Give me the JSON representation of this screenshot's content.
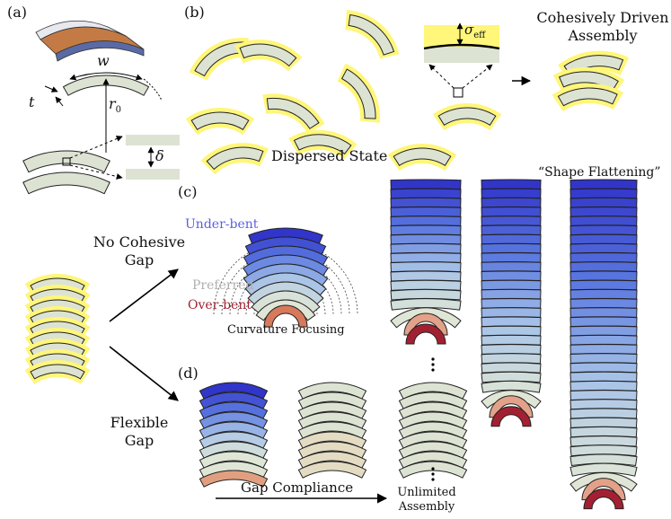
{
  "panels": {
    "a": "(a)",
    "b": "(b)",
    "c": "(c)",
    "d": "(d)"
  },
  "symbols": {
    "w": "w",
    "t": "t",
    "r0": "r",
    "r0_sub": "0",
    "delta": "δ",
    "sigma": "σ",
    "sigma_sub": "eff"
  },
  "labels": {
    "dispersed": "Dispersed State",
    "cohesive_line1": "Cohesively Driven",
    "cohesive_line2": "Assembly",
    "shape_flattening": "“Shape Flattening”",
    "no_cohesive_line1": "No Cohesive",
    "no_cohesive_line2": "Gap",
    "under_bent": "Under-bent",
    "preferred": "Preferred",
    "over_bent": "Over-bent",
    "curvature_focusing": "Curvature Focusing",
    "flexible_line1": "Flexible",
    "flexible_line2": "Gap",
    "gap_compliance": "Gap Compliance",
    "unlimited_line1": "Unlimited",
    "unlimited_line2": "Assembly"
  },
  "colors": {
    "shell_fill": "#dde3d3",
    "cohesive_halo": "#fff67a",
    "under_bent": "#4a54e0",
    "preferred": "#a8a8a8",
    "over_bent": "#a32032"
  }
}
